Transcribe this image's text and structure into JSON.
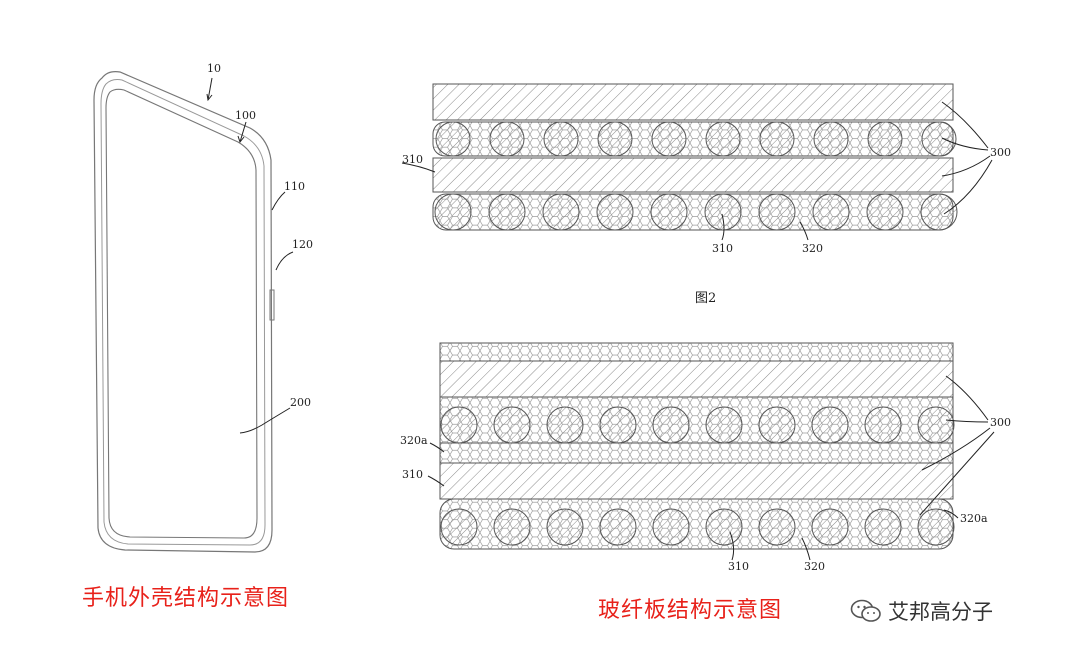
{
  "phone": {
    "labels": {
      "device": "10",
      "frame": "100",
      "side_a": "110",
      "side_b": "120",
      "screen": "200"
    }
  },
  "fig2": {
    "label_300": "300",
    "label_310_left": "310",
    "label_310_bottom": "310",
    "label_320": "320",
    "caption": "图2"
  },
  "fig3": {
    "label_300": "300",
    "label_320a_left": "320a",
    "label_310_left": "310",
    "label_320a_right": "320a",
    "label_310_bottom": "310",
    "label_320": "320"
  },
  "captions": {
    "phone_shell": "手机外壳结构示意图",
    "fiberglass_board": "玻纤板结构示意图"
  },
  "watermark": {
    "text": "艾邦高分子",
    "icon": "wechat-icon"
  }
}
